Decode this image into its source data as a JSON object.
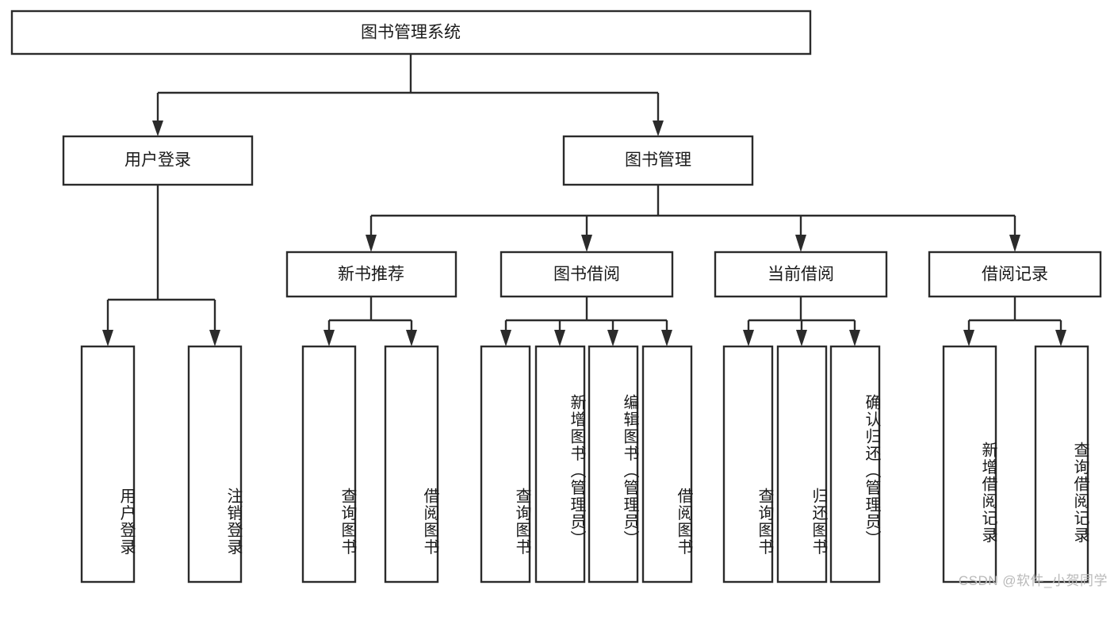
{
  "diagram": {
    "type": "hierarchy-tree",
    "title": "图书管理系统",
    "orientation": "top-down",
    "watermark": "CSDN @软件_小贺同学",
    "levels": 4,
    "root": {
      "label": "图书管理系统",
      "id": "root-system"
    },
    "level2": [
      {
        "id": "user-login",
        "label": "用户登录"
      },
      {
        "id": "book-manage",
        "label": "图书管理"
      }
    ],
    "level3": [
      {
        "id": "new-book-recommend",
        "label": "新书推荐",
        "parent": "book-manage"
      },
      {
        "id": "book-borrow",
        "label": "图书借阅",
        "parent": "book-manage"
      },
      {
        "id": "current-borrow",
        "label": "当前借阅",
        "parent": "book-manage"
      },
      {
        "id": "borrow-record",
        "label": "借阅记录",
        "parent": "book-manage"
      }
    ],
    "leaves": {
      "user-login": [
        {
          "id": "leaf-user-login",
          "label": "用户登录"
        },
        {
          "id": "leaf-user-logout",
          "label": "注销登录"
        }
      ],
      "new-book-recommend": [
        {
          "id": "leaf-query-book-1",
          "label": "查询图书"
        },
        {
          "id": "leaf-borrow-book-1",
          "label": "借阅图书"
        }
      ],
      "book-borrow": [
        {
          "id": "leaf-query-book-2",
          "label": "查询图书"
        },
        {
          "id": "leaf-add-book",
          "label": "新增图书（管理员）"
        },
        {
          "id": "leaf-edit-book",
          "label": "编辑图书（管理员）"
        },
        {
          "id": "leaf-borrow-book-2",
          "label": "借阅图书"
        }
      ],
      "current-borrow": [
        {
          "id": "leaf-query-book-3",
          "label": "查询图书"
        },
        {
          "id": "leaf-return-book",
          "label": "归还图书"
        },
        {
          "id": "leaf-confirm-return",
          "label": "确认归还（管理员）"
        }
      ],
      "borrow-record": [
        {
          "id": "leaf-add-record",
          "label": "新增借阅记录"
        },
        {
          "id": "leaf-query-record",
          "label": "查询借阅记录"
        }
      ]
    },
    "colors": {
      "box_fill": "#ffffff",
      "box_stroke": "#2b2b2b",
      "text": "#1a1a1a",
      "watermark": "#b9b9b9",
      "background": "#ffffff"
    }
  }
}
